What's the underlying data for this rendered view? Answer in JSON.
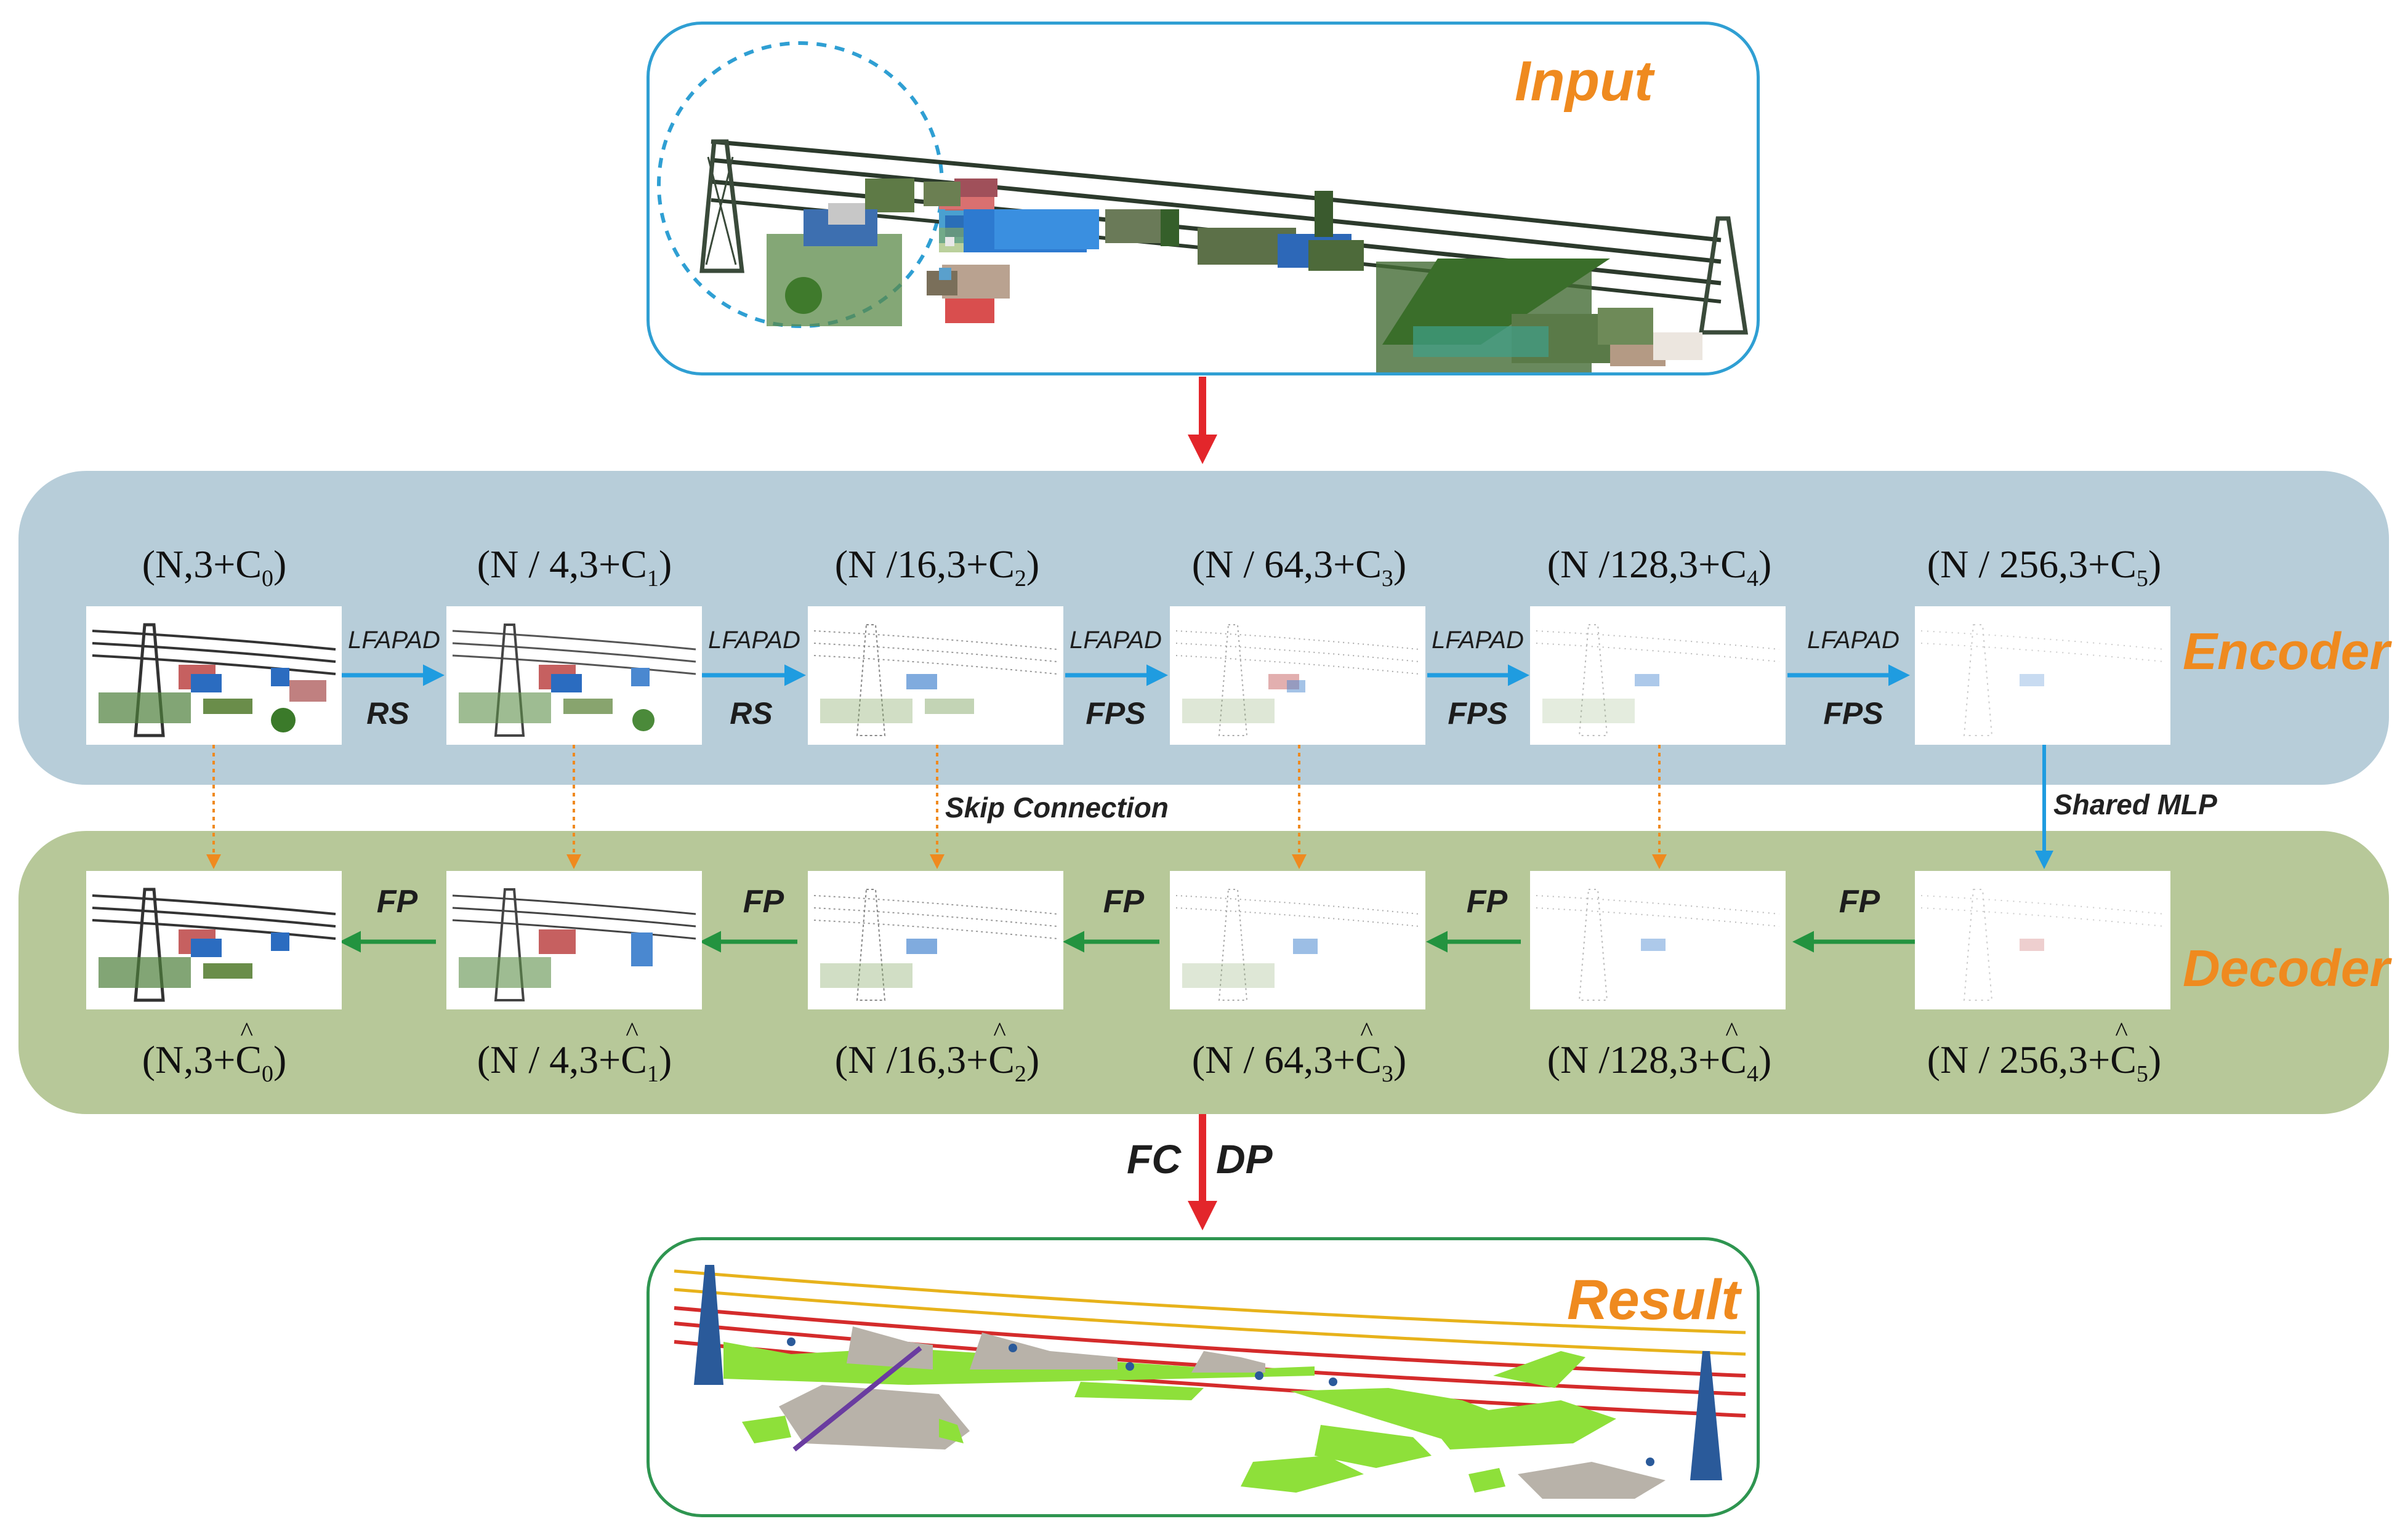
{
  "input_panel": {
    "title": "Input"
  },
  "encoder": {
    "label": "Encoder",
    "stages": [
      {
        "dim_text": "(N,3+C",
        "dim_sub": "0",
        "dim_close": ")"
      },
      {
        "dim_text": "(N / 4,3+C",
        "dim_sub": "1",
        "dim_close": ")"
      },
      {
        "dim_text": "(N /16,3+C",
        "dim_sub": "2",
        "dim_close": ")"
      },
      {
        "dim_text": "(N / 64,3+C",
        "dim_sub": "3",
        "dim_close": ")"
      },
      {
        "dim_text": "(N /128,3+C",
        "dim_sub": "4",
        "dim_close": ")"
      },
      {
        "dim_text": "(N / 256,3+C",
        "dim_sub": "5",
        "dim_close": ")"
      }
    ],
    "transitions": [
      {
        "op": "LFAPAD",
        "sampling": "RS"
      },
      {
        "op": "LFAPAD",
        "sampling": "RS"
      },
      {
        "op": "LFAPAD",
        "sampling": "FPS"
      },
      {
        "op": "LFAPAD",
        "sampling": "FPS"
      },
      {
        "op": "LFAPAD",
        "sampling": "FPS"
      }
    ]
  },
  "decoder": {
    "label": "Decoder",
    "stages": [
      {
        "dim_text": "(N,3+",
        "hat_char": "C",
        "dim_sub": "0",
        "dim_close": ")"
      },
      {
        "dim_text": "(N / 4,3+",
        "hat_char": "C",
        "dim_sub": "1",
        "dim_close": ")"
      },
      {
        "dim_text": "(N /16,3+",
        "hat_char": "C",
        "dim_sub": "2",
        "dim_close": ")"
      },
      {
        "dim_text": "(N / 64,3+",
        "hat_char": "C",
        "dim_sub": "3",
        "dim_close": ")"
      },
      {
        "dim_text": "(N /128,3+",
        "hat_char": "C",
        "dim_sub": "4",
        "dim_close": ")"
      },
      {
        "dim_text": "(N / 256,3+",
        "hat_char": "C",
        "dim_sub": "5",
        "dim_close": ")"
      }
    ],
    "fp_labels": [
      "FP",
      "FP",
      "FP",
      "FP",
      "FP"
    ]
  },
  "skip_connection_label": "Skip Connection",
  "shared_mlp_label": "Shared MLP",
  "output_ops": {
    "fc": "FC",
    "dp": "DP"
  },
  "result_panel": {
    "title": "Result"
  },
  "colors": {
    "encoder_band": "#b7cdd9",
    "decoder_band": "#b7c899",
    "panel_border_input": "#2f9fd3",
    "panel_border_result": "#2e9550",
    "title_orange": "#ef8a1f",
    "main_arrow_red": "#e3262b",
    "encoder_arrow_blue": "#1f9ce0",
    "decoder_arrow_green": "#23933f",
    "skip_arrow_orange": "#ef8a1f"
  }
}
